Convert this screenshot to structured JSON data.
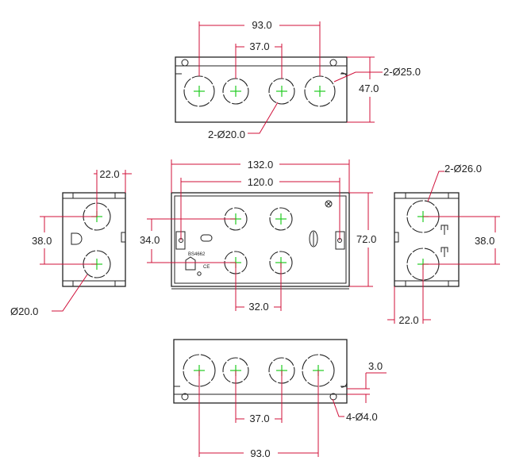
{
  "views": {
    "top": {
      "dim_outer_holes": "93.0",
      "dim_inner_holes": "37.0",
      "dim_height": "47.0",
      "callout_large": "2-Ø25.0",
      "callout_small": "2-Ø20.0"
    },
    "front": {
      "dim_overall_width": "132.0",
      "dim_mount_centres": "120.0",
      "dim_height": "72.0",
      "dim_hole_vertical": "34.0",
      "dim_hole_horizontal": "32.0",
      "mark_standard": "BS4662",
      "mark_ce": "CE"
    },
    "left": {
      "dim_offset": "22.0",
      "dim_hole_spacing": "38.0",
      "callout_hole": "Ø20.0"
    },
    "right": {
      "callout_hole": "2-Ø26.0",
      "dim_hole_spacing": "38.0",
      "dim_offset": "22.0"
    },
    "bottom": {
      "dim_inner_holes": "37.0",
      "dim_outer_holes": "93.0",
      "dim_tab": "3.0",
      "callout_mount": "4-Ø4.0"
    }
  },
  "colors": {
    "outline": "#222222",
    "dimension": "#d0103a",
    "centre_mark": "#22cc22"
  }
}
